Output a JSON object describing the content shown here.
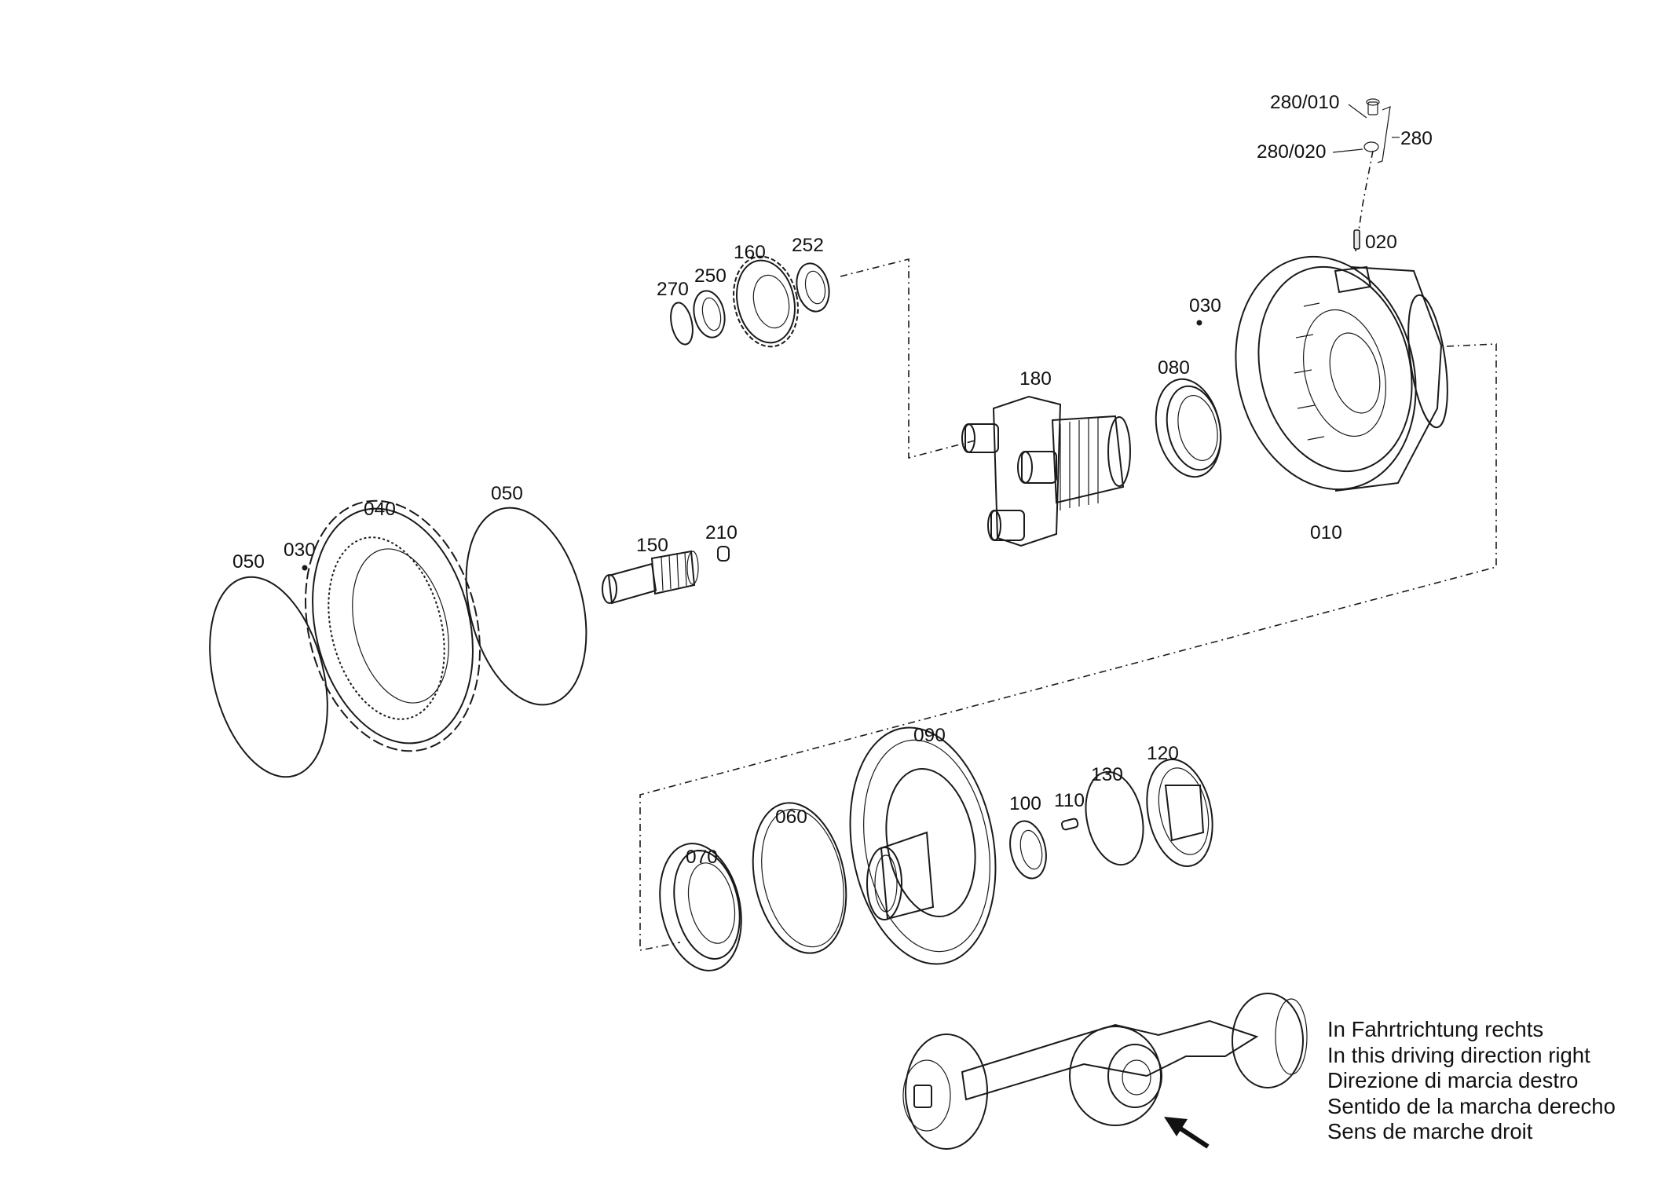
{
  "callouts": {
    "c280_010": "280/010",
    "c280_020": "280/020",
    "c280": "280",
    "c020": "020",
    "c030_top": "030",
    "c270": "270",
    "c250": "250",
    "c160": "160",
    "c252": "252",
    "c180": "180",
    "c080": "080",
    "c010": "010",
    "c050_left": "050",
    "c030_left": "030",
    "c040": "040",
    "c050_mid": "050",
    "c150": "150",
    "c210": "210",
    "c090": "090",
    "c060": "060",
    "c070": "070",
    "c100": "100",
    "c110": "110",
    "c130": "130",
    "c120": "120"
  },
  "direction_note": {
    "line_de": "In Fahrtrichtung rechts",
    "line_en": "In this driving direction right",
    "line_it": "Direzione di marcia destro",
    "line_es": "Sentido de la marcha derecho",
    "line_fr": "Sens de marche droit"
  }
}
